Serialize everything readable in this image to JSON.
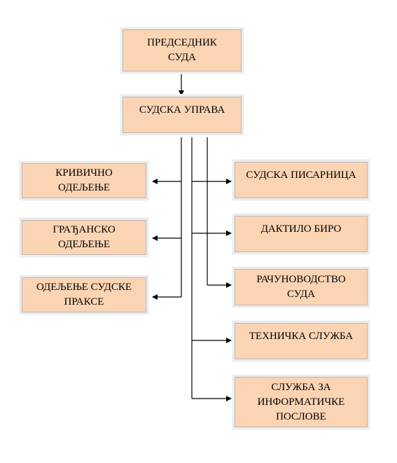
{
  "diagram": {
    "nodes": {
      "president": "ПРЕДСЕДНИК\nСУДА",
      "administration": "СУДСКА УПРАВА",
      "criminal_department": "КРИВИЧНО\nОДЕЉЕЊЕ",
      "civil_department": "ГРАЂАНСКО\nОДЕЉЕЊЕ",
      "case_law_department": "ОДЕЉЕЊЕ СУДСКЕ\nПРАКСЕ",
      "registry": "СУДСКА ПИСАРНИЦА",
      "typing_office": "ДАКТИЛО БИРО",
      "accounting": "РАЧУНОВОДСТВО\nСУДА",
      "technical_service": "ТЕХНИЧКА СЛУЖБА",
      "it_service": "СЛУЖБА ЗА\nИНФОРМАТИЧКЕ\nПОСЛОВЕ"
    },
    "colors": {
      "box_fill": "#fbd4b4",
      "box_border": "#b8b8b8",
      "connector": "#000000"
    }
  }
}
